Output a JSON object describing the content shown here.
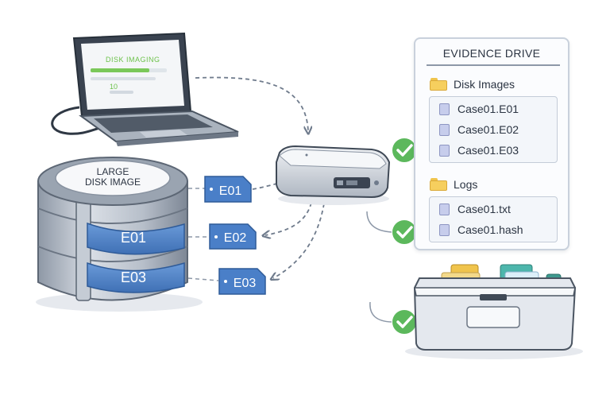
{
  "laptop": {
    "screen_title": "DISK IMAGING",
    "screen_number": "10"
  },
  "storage": {
    "label_line1": "LARGE",
    "label_line2": "DISK IMAGE",
    "segments": [
      "E01",
      "E03"
    ]
  },
  "segment_tags": [
    "E01",
    "E02",
    "E03"
  ],
  "evidence_drive": {
    "title": "EVIDENCE DRIVE",
    "folders": [
      {
        "name": "Disk Images",
        "files": [
          "Case01.E01",
          "Case01.E02",
          "Case01.E03"
        ]
      },
      {
        "name": "Logs",
        "files": [
          "Case01.txt",
          "Case01.hash"
        ]
      }
    ]
  },
  "colors": {
    "segment_blue": "#4a7fc8",
    "check_green": "#5cb85c",
    "folder_yellow": "#f6cf5e",
    "screen_green": "#6cc24a"
  },
  "icons": [
    "laptop-icon",
    "disk-stack-icon",
    "write-blocker-icon",
    "check-icon",
    "folder-icon",
    "file-icon",
    "evidence-box-icon"
  ]
}
